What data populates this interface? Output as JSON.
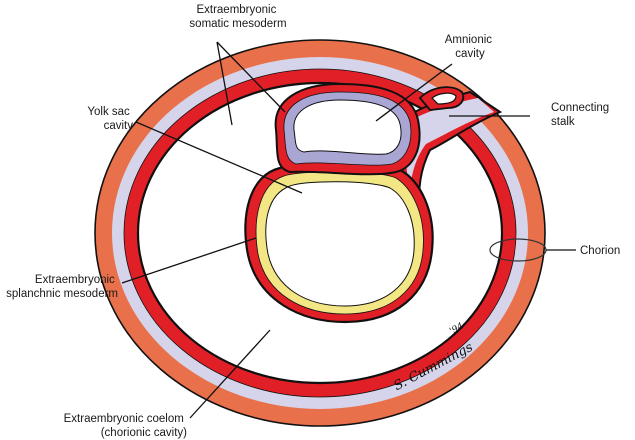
{
  "figure": {
    "type": "anatomical-diagram",
    "subject": "Early embryo within chorionic sac (cross-section)",
    "labels": {
      "somatic_mesoderm": [
        "Extraembryonic",
        "somatic mesoderm"
      ],
      "amnionic_cavity": [
        "Amnionic",
        "cavity"
      ],
      "yolk_sac_cavity": [
        "Yolk sac",
        "cavity"
      ],
      "connecting_stalk": [
        "Connecting",
        "stalk"
      ],
      "chorion": [
        "Chorion"
      ],
      "splanchnic_mesoderm": [
        "Extraembryonic",
        "splanchnic mesoderm"
      ],
      "coelom": [
        "Extraembryonic coelom",
        "(chorionic cavity)"
      ]
    },
    "signature": {
      "name": "S. Cummings",
      "year": "'94"
    }
  },
  "colors": {
    "trophoblast_outer": "#e8704a",
    "mesoderm_lavender": "#d6d4ea",
    "mesoderm_red": "#e11f26",
    "amnion": "#a9a6d4",
    "yolk_sac_endoderm": "#f3e684",
    "outline": "#111111",
    "cavity": "#ffffff"
  }
}
